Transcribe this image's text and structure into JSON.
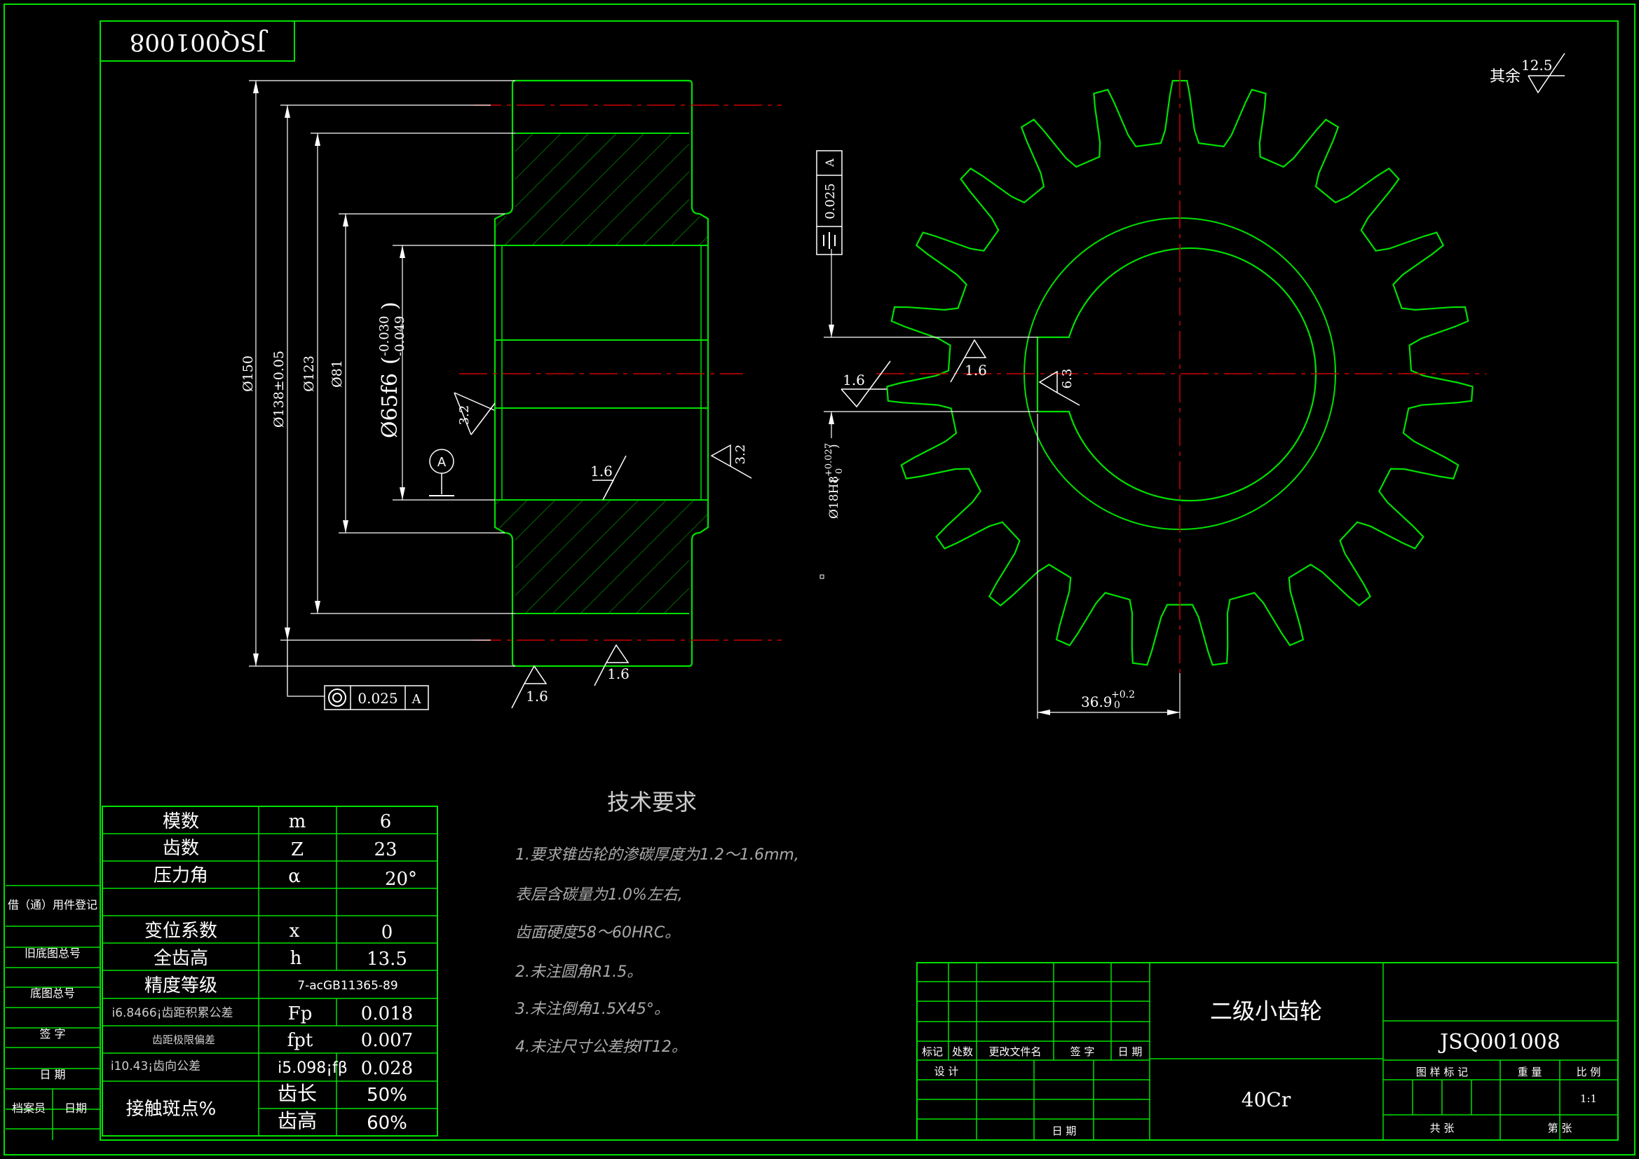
{
  "colors": {
    "background": "#000000",
    "outline": "#00e000",
    "text": "#ffffff",
    "centerline": "#cc0000",
    "hatch": "#00b000"
  },
  "drawing_number": "JSQ001008",
  "roughness_note": {
    "prefix": "其余",
    "value": "12.5"
  },
  "section_view": {
    "dims": {
      "d150": "Ø150",
      "d138": "Ø138±0.05",
      "d123": "Ø123",
      "d81": "Ø81",
      "d65": "Ø65f6",
      "d65_upper": "-0.030",
      "d65_lower": "-0.049"
    },
    "datum_label": "A",
    "roughness": {
      "r_left": "3.2",
      "r_right": "3.2",
      "r_mid": "1.6",
      "r_bottom_left": "1.6",
      "r_bottom_mid": "1.6"
    },
    "runout": {
      "value": "0.025",
      "datum": "A"
    }
  },
  "gear_view": {
    "symmetry": {
      "value": "0.025",
      "datum": "A"
    },
    "dims": {
      "keyway_width": "Ø18H8",
      "keyway_tol_upper": "+0.027",
      "keyway_tol_lower": "0",
      "keyway_depth": "36.9",
      "depth_tol_upper": "+0.2",
      "depth_tol_lower": "0"
    },
    "roughness": {
      "r_left": "1.6",
      "r_mid": "1.6",
      "r_key": "6.3"
    },
    "teeth": 23
  },
  "tech_requirements": {
    "title": "技术要求",
    "lines": [
      "1.要求锥齿轮的渗碳厚度为1.2～1.6mm,",
      "表层含碳量为1.0%左右,",
      "齿面硬度58～60HRC。",
      "2.未注圆角R1.5。",
      "3.未注倒角1.5X45°。",
      "4.未注尺寸公差按IT12。"
    ]
  },
  "param_table": {
    "rows": [
      {
        "name": "模数",
        "symbol": "m",
        "value": "6"
      },
      {
        "name": "齿数",
        "symbol": "Z",
        "value": "23"
      },
      {
        "name": "压力角",
        "symbol": "α",
        "value": "20°"
      },
      {
        "name": "",
        "symbol": "",
        "value": ""
      },
      {
        "name": "变位系数",
        "symbol": "x",
        "value": "0"
      },
      {
        "name": "全齿高",
        "symbol": "h",
        "value": "13.5"
      },
      {
        "name": "精度等级",
        "symbol": "",
        "value": "7-acGB11365-89"
      },
      {
        "name": "i6.8466¡齿距积累公差",
        "symbol": "Fp",
        "value": "0.018"
      },
      {
        "name": "齿距极限偏差",
        "symbol": "fpt",
        "value": "0.007"
      },
      {
        "name": "i10.43¡齿向公差",
        "symbol": "i5.098¡fβ",
        "value": "0.028"
      },
      {
        "name": "接触斑点%",
        "symbol": "齿长",
        "value": "50%"
      },
      {
        "name": "",
        "symbol": "齿高",
        "value": "60%"
      }
    ]
  },
  "side_table": [
    "借（通）用件登记",
    "旧底图总号",
    "底图总号",
    "签 字",
    "日 期",
    "档案员",
    "日期"
  ],
  "title_block": {
    "part_name": "二级小齿轮",
    "material": "40Cr",
    "drawing_no": "JSQ001008",
    "rev_headers": [
      "标记",
      "处数",
      "更改文件名",
      "签 字",
      "日 期"
    ],
    "design_label": "设 计",
    "date_label": "日 期",
    "stage_label": "图 样 标 记",
    "weight_label": "重 量",
    "scale_label": "比 例",
    "scale": "1:1",
    "total_label": "共   张",
    "sheet_label": "第   张"
  }
}
